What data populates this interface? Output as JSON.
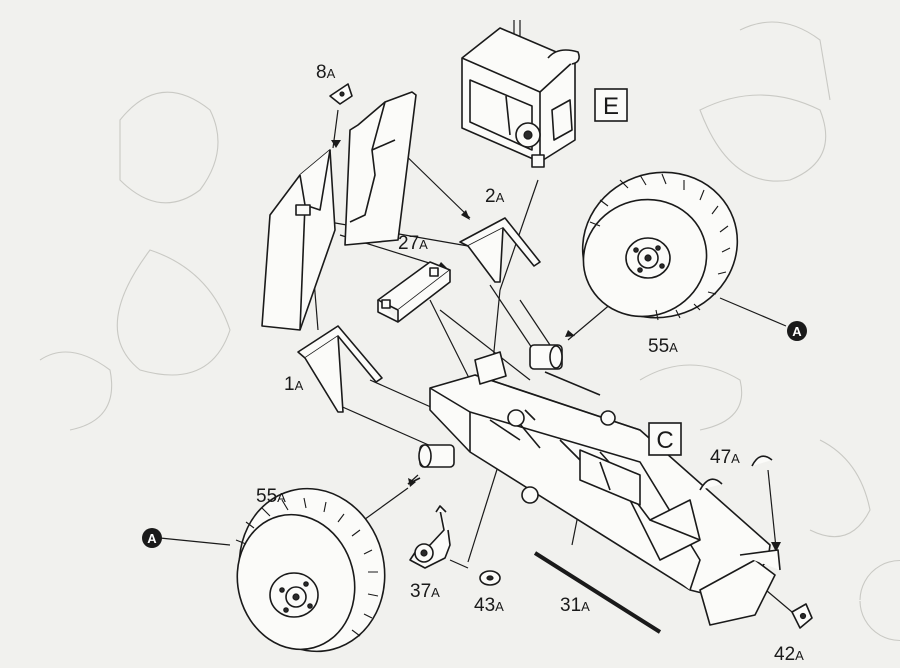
{
  "diagram": {
    "parts": [
      {
        "number": "8",
        "suffix": "A"
      },
      {
        "number": "2",
        "suffix": "A"
      },
      {
        "number": "27",
        "suffix": "A"
      },
      {
        "number": "1",
        "suffix": "A"
      },
      {
        "number": "55",
        "suffix": "A"
      },
      {
        "number": "55",
        "suffix": "A"
      },
      {
        "number": "47",
        "suffix": "A"
      },
      {
        "number": "37",
        "suffix": "A"
      },
      {
        "number": "43",
        "suffix": "A"
      },
      {
        "number": "31",
        "suffix": "A"
      },
      {
        "number": "42",
        "suffix": "A"
      }
    ],
    "subassemblies": [
      "E",
      "C"
    ],
    "markers": [
      "A",
      "A"
    ]
  }
}
